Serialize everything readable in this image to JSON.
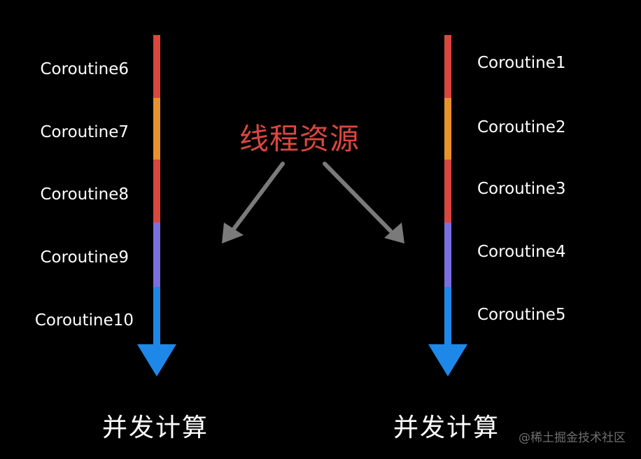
{
  "colors": {
    "background": "#000000",
    "segment_red": "#d9473f",
    "segment_orange": "#e8922e",
    "segment_purple": "#7b6fe0",
    "segment_blue": "#1e88e8",
    "pointer_gray": "#7a7a7a",
    "title_red": "#d9473f"
  },
  "center_title": "线程资源",
  "left_column": {
    "title": "并发计算",
    "items": [
      {
        "label": "Coroutine6",
        "color": "#d9473f"
      },
      {
        "label": "Coroutine7",
        "color": "#e8922e"
      },
      {
        "label": "Coroutine8",
        "color": "#d9473f"
      },
      {
        "label": "Coroutine9",
        "color": "#7b6fe0"
      },
      {
        "label": "Coroutine10",
        "color": "#1e88e8"
      }
    ]
  },
  "right_column": {
    "title": "并发计算",
    "items": [
      {
        "label": "Coroutine1",
        "color": "#d9473f"
      },
      {
        "label": "Coroutine2",
        "color": "#e8922e"
      },
      {
        "label": "Coroutine3",
        "color": "#d9473f"
      },
      {
        "label": "Coroutine4",
        "color": "#7b6fe0"
      },
      {
        "label": "Coroutine5",
        "color": "#1e88e8"
      }
    ]
  },
  "watermark": "@稀土掘金技术社区"
}
